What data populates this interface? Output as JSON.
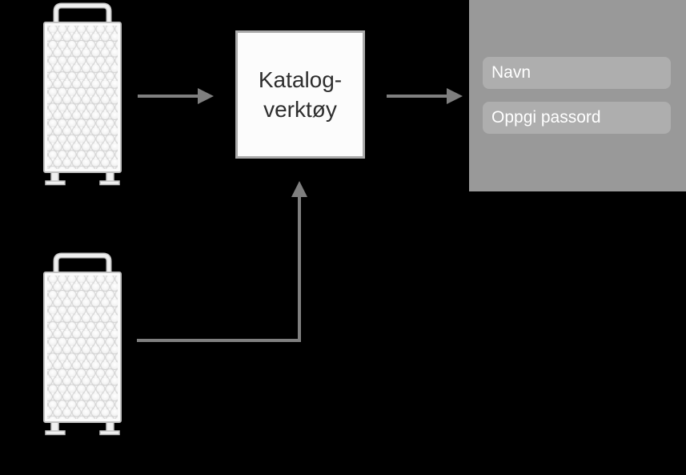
{
  "colors": {
    "background": "#000000",
    "arrow": "#7f7f7f",
    "panel_background": "#999999",
    "field_background": "#aeaeae",
    "field_text": "#ffffff",
    "box_background": "#fcfcfc",
    "box_border": "#a9a9a9",
    "box_text": "#2e2e2e",
    "macpro_outline": "#c2c2c2",
    "macpro_body": "#fbfbfb",
    "macpro_hole_stroke": "#d4d4d4"
  },
  "diagram": {
    "computers": [
      {
        "icon": "mac-pro-tower-icon"
      },
      {
        "icon": "mac-pro-tower-icon"
      }
    ],
    "tool_box": {
      "label_lines": [
        "Katalog-",
        "verktøy"
      ]
    },
    "login_panel": {
      "fields": [
        {
          "placeholder": "Navn"
        },
        {
          "placeholder": "Oppgi passord"
        }
      ]
    }
  }
}
